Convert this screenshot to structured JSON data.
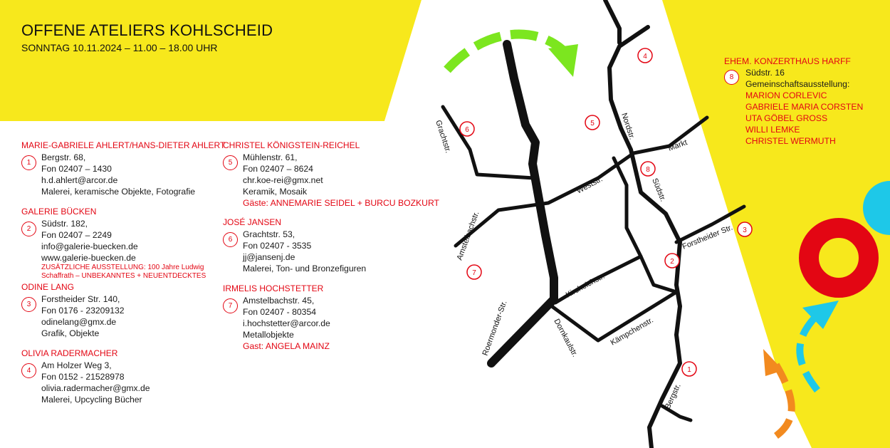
{
  "header": {
    "title": "OFFENE ATELIERS KOHLSCHEID",
    "subtitle": "SONNTAG 10.11.2024 – 11.00 – 18.00 UHR"
  },
  "colors": {
    "yellow": "#f7e81c",
    "red": "#e30613",
    "green": "#7ce61f",
    "cyan": "#1ec8e8",
    "orange": "#f28a1f",
    "road": "#111111"
  },
  "entries": [
    {
      "number": "1",
      "name": "MARIE-GABRIELE AHLERT/HANS-DIETER AHLERT",
      "lines": [
        "Bergstr. 68,",
        "Fon 02407 – 1430",
        "h.d.ahlert@arcor.de",
        "Malerei, keramische Objekte, Fotografie"
      ]
    },
    {
      "number": "2",
      "name": "GALERIE BÜCKEN",
      "lines": [
        "Südstr. 182,",
        "Fon 02407 – 2249",
        "info@galerie-buecken.de",
        "www.galerie-buecken.de"
      ],
      "extra": [
        "ZUSÄTZLICHE AUSSTELLUNG: 100 Jahre Ludwig",
        "Schaffrath – UNBEKANNTES + NEUENTDECKTES"
      ]
    },
    {
      "number": "3",
      "name": "ODINE LANG",
      "lines": [
        "Forstheider Str. 140,",
        "Fon 0176 - 23209132",
        "odinelang@gmx.de",
        "Grafik, Objekte"
      ]
    },
    {
      "number": "4",
      "name": "OLIVIA RADERMACHER",
      "lines": [
        "Am Holzer Weg 3,",
        "Fon 0152 - 21528978",
        "olivia.radermacher@gmx.de",
        "Malerei, Upcycling Bücher"
      ]
    },
    {
      "number": "5",
      "name": "CHRISTEL KÖNIGSTEIN-REICHEL",
      "lines": [
        "Mühlenstr. 61,",
        "Fon 02407 – 8624",
        "chr.koe-rei@gmx.net",
        "Keramik, Mosaik"
      ],
      "guest": "Gäste: ANNEMARIE SEIDEL + BURCU BOZKURT"
    },
    {
      "number": "6",
      "name": "JOSÉ JANSEN",
      "lines": [
        "Grachtstr. 53,",
        "Fon 02407 - 3535",
        "jj@jansenj.de",
        "Malerei, Ton- und Bronzefiguren"
      ]
    },
    {
      "number": "7",
      "name": "IRMELIS HOCHSTETTER",
      "lines": [
        "Amstelbachstr. 45,",
        "Fon 02407 - 80354",
        "i.hochstetter@arcor.de",
        "Metallobjekte"
      ],
      "guest": "Gast: ANGELA MAINZ"
    }
  ],
  "harff": {
    "number": "8",
    "name": "EHEM. KONZERTHAUS HARFF",
    "lines": [
      "Südstr. 16",
      "Gemeinschaftsausstellung:"
    ],
    "artists": [
      "MARION CORLEVIC",
      "GABRIELE MARIA CORSTEN",
      "UTA GÖBEL GROSS",
      "WILLI LEMKE",
      "CHRISTEL WERMUTH"
    ]
  },
  "map": {
    "streets": [
      "Grachtstr.",
      "Nordstr.",
      "Markt",
      "Weststr.",
      "Südstr.",
      "Forstheider Str.",
      "Amstelbachstr.",
      "Kircheichstr.",
      "Roermonder-Str.",
      "Dornkaulstr.",
      "Kämpchenstr.",
      "Bergstr."
    ],
    "markers": [
      "1",
      "2",
      "3",
      "4",
      "5",
      "6",
      "7",
      "8"
    ]
  }
}
